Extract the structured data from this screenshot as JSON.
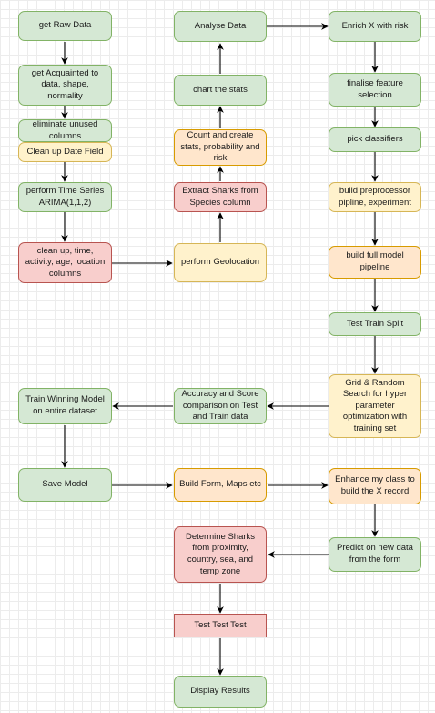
{
  "nodes": {
    "get_raw_data": "get Raw Data",
    "get_acquainted": "get Acquainted to data, shape, normality",
    "eliminate_unused": "eliminate unused columns",
    "clean_up_date": "Clean up Date Field",
    "perform_time_series": "perform Time Series ARIMA(1,1,2)",
    "clean_up_columns": "clean up, time, activity, age, location columns",
    "perform_geolocation": "perform Geolocation",
    "extract_sharks": "Extract Sharks from Species column",
    "count_and_create": "Count and create stats, probability and risk",
    "chart_the_stats": "chart the stats",
    "analyse_data": "Analyse Data",
    "enrich_x": "Enrich X with risk",
    "finalise_feature": "finalise feature selection",
    "pick_classifiers": "pick classifiers",
    "build_preprocessor": "bulid preprocessor pipline, experiment",
    "build_full_model": "build full model pipeline",
    "test_train_split": "Test Train Split",
    "grid_random": "Grid & Random Search for hyper parameter optimization with training set",
    "accuracy_score": "Accuracy and Score comparison on Test and Train data",
    "train_winning": "Train Winning Model on entire dataset",
    "save_model": "Save Model",
    "build_form": "Build Form, Maps etc",
    "enhance_class": "Enhance my class to build the X record",
    "predict_new": "Predict on new data from the form",
    "determine_sharks": "Determine Sharks from proximity, country, sea, and temp zone",
    "test_test_test": "Test Test Test",
    "display_results": "Display Results"
  },
  "colors": {
    "green_fill": "#d5e8d4",
    "green_stroke": "#82b366",
    "orange_fill": "#ffe6cc",
    "orange_stroke": "#d79b00",
    "red_fill": "#f8cecc",
    "red_stroke": "#b85450",
    "yellow_fill": "#fff2cc",
    "yellow_stroke": "#d6b656",
    "edge": "#000000"
  }
}
